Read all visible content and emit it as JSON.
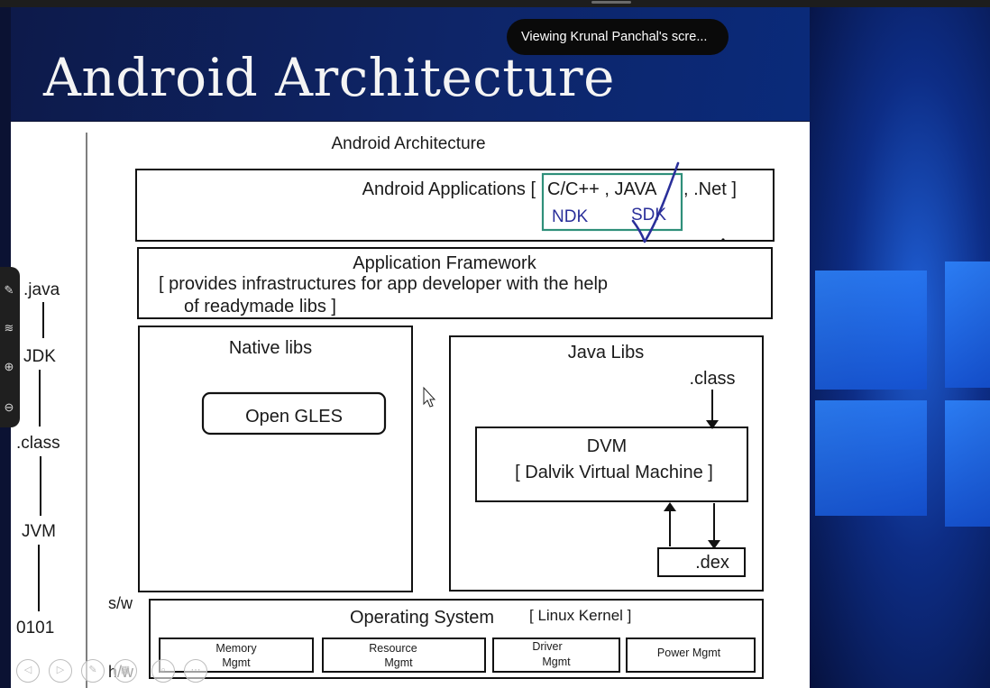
{
  "slide": {
    "title": "Android Architecture"
  },
  "share_banner": {
    "text": "Viewing Krunal Panchal's scre..."
  },
  "diagram": {
    "heading": "Android Architecture",
    "applications": {
      "label": "Android Applications [",
      "langs": "C/C++ , JAVA",
      "net": ", .Net ]",
      "ndk": "NDK",
      "sdk": "SDK"
    },
    "framework": {
      "title": "Application Framework",
      "line1": "[ provides infrastructures for app developer with the help",
      "line2": "of readymade libs ]"
    },
    "native_libs": {
      "title": "Native libs",
      "opengles": "Open GLES"
    },
    "java_libs": {
      "title": "Java Libs",
      "class": ".class",
      "dvm": "DVM",
      "dvm_full": "[ Dalvik Virtual Machine ]",
      "dex": ".dex"
    },
    "os": {
      "title": "Operating System",
      "kernel": "[ Linux Kernel ]",
      "modules": [
        {
          "line1": "Memory",
          "line2": "Mgmt"
        },
        {
          "line1": "Resource",
          "line2": "Mgmt"
        },
        {
          "line1": "Driver",
          "line2": "Mgmt"
        },
        {
          "line1": "Power Mgmt",
          "line2": ""
        }
      ]
    },
    "flow": {
      "java": ".java",
      "jdk": "JDK",
      "class": ".class",
      "jvm": "JVM",
      "binary": "0101"
    },
    "layers": {
      "sw": "s/w",
      "hw": "h/w"
    }
  },
  "toolbar": {
    "tools": [
      "pen-icon",
      "highlighter-icon",
      "zoom-in-icon",
      "zoom-out-icon"
    ],
    "controls": [
      "prev-icon",
      "play-icon",
      "edit-icon",
      "slides-icon",
      "search-icon",
      "more-icon"
    ]
  },
  "colors": {
    "ink_blue": "#2a2f9a",
    "box_green": "#2f8f7a",
    "header_blue": "#0e2568"
  }
}
